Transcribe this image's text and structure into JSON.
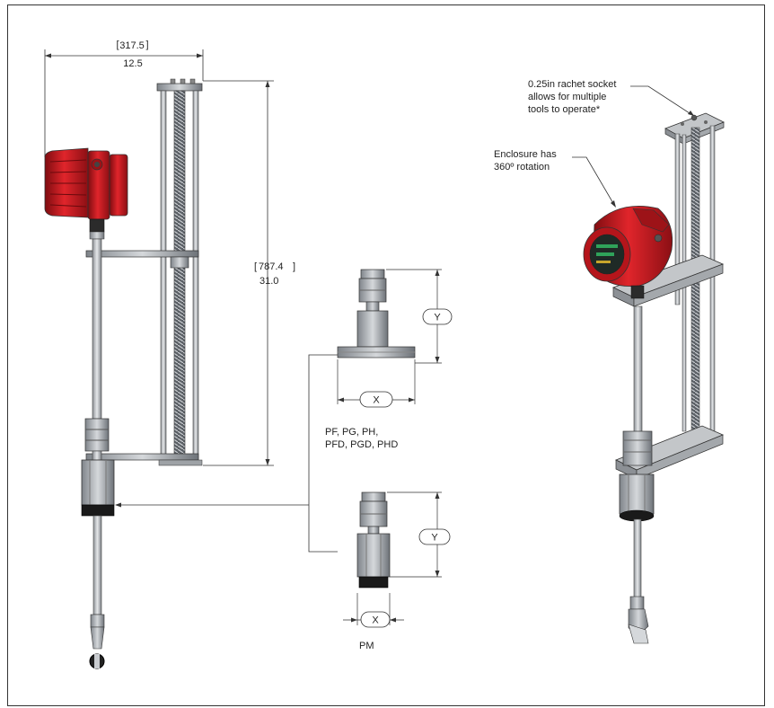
{
  "dimensions": {
    "width_mm": "317.5",
    "width_in": "12.5",
    "height_mm": "787.4",
    "height_in": "31.0"
  },
  "connections": {
    "flanged": {
      "dim_x": "X",
      "dim_y": "Y",
      "models_line1": "PF, PG, PH,",
      "models_line2": "PFD, PGD, PHD"
    },
    "threaded": {
      "dim_x": "X",
      "dim_y": "Y",
      "model": "PM"
    }
  },
  "callouts": {
    "socket_line1": "0.25in rachet socket",
    "socket_line2": "allows for multiple",
    "socket_line3": "tools to operate*",
    "enclosure_line1": "Enclosure has",
    "enclosure_line2": "360º rotation"
  },
  "colors": {
    "enclosure_red": "#c8161d",
    "metal_gray": "#b9bcbf",
    "dark_gray": "#555a60",
    "black_band": "#1a1a1a"
  }
}
